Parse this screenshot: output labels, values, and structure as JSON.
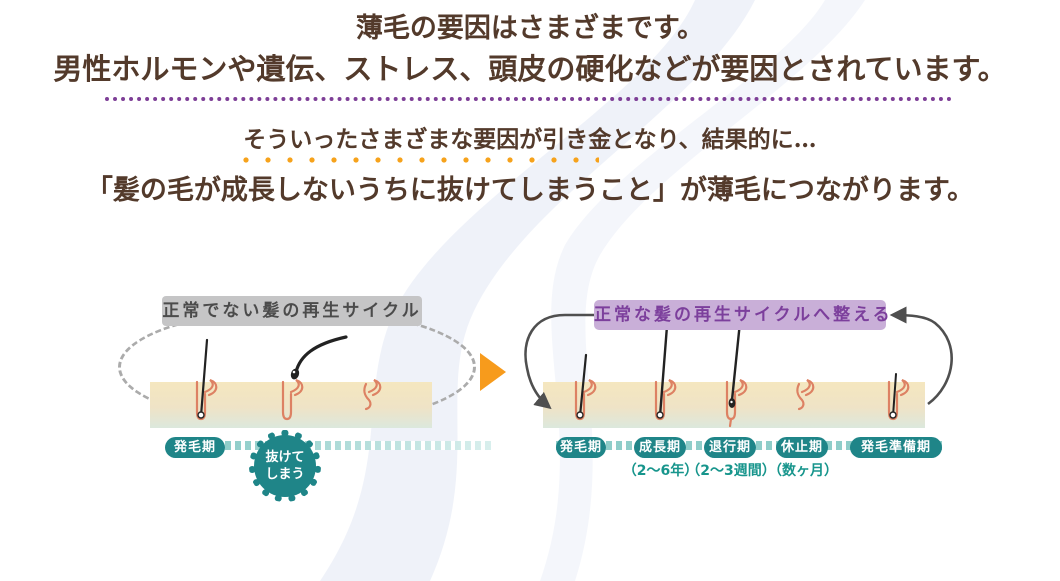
{
  "headline": {
    "line1": "薄毛の要因はさまざまです。",
    "line2": "男性ホルモンや遺伝、ストレス、頭皮の硬化などが要因とされています。"
  },
  "intro": {
    "line1": "そういったさまざまな要因が引き金となり、結果的に…",
    "line2": "「髪の毛が成長しないうちに抜けてしまうこと」が薄毛につながります。"
  },
  "left_diagram": {
    "title": "正常でない髪の再生サイクル",
    "stage": "発毛期",
    "callout": {
      "line1": "抜けて",
      "line2": "しまう"
    }
  },
  "right_diagram": {
    "title": "正常な髪の再生サイクルへ整える",
    "stages": [
      {
        "label": "発毛期",
        "duration": ""
      },
      {
        "label": "成長期",
        "duration": "（2〜6年）"
      },
      {
        "label": "退行期",
        "duration": "（2〜3週間）"
      },
      {
        "label": "休止期",
        "duration": "（数ヶ月）"
      },
      {
        "label": "発毛準備期",
        "duration": ""
      }
    ]
  },
  "colors": {
    "heading_text": "#533a2b",
    "divider_dots": "#7e3f97",
    "emphasis_dots": "#f6a21b",
    "teal_badge": "#1f8588",
    "track_teal": "#8fcdc9",
    "gray_box_bg": "#c5c5c6",
    "gray_box_text": "#4b4b4b",
    "purple_box_bg": "#c9afd8",
    "purple_box_text": "#7c3f9c",
    "skin_top": "#f5e7bf",
    "skin_bottom": "#dce8dd",
    "follicle": "#dd8163",
    "cycle_arrow": "#4f4f4f",
    "transition_arrow": "#f79b1c"
  }
}
